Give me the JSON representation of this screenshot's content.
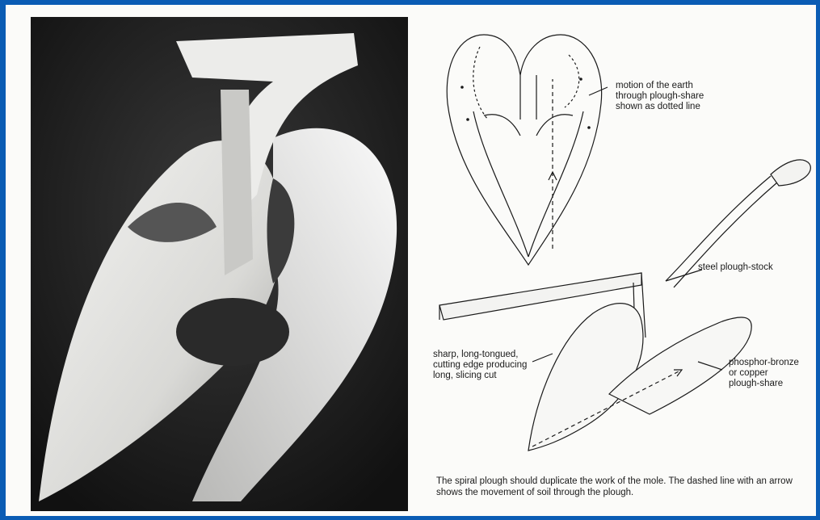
{
  "labels": {
    "earth_motion": "motion of the earth\nthrough plough-share\nshown as dotted line",
    "plough_stock": "steel plough-stock",
    "cutting_edge": "sharp, long-tongued,\ncutting edge producing\nlong, slicing cut",
    "plough_share": "phosphor-bronze\nor copper\nplough-share"
  },
  "caption": "The spiral plough should duplicate the work of the mole. The dashed line with an arrow shows the movement of soil through the plough.",
  "colors": {
    "frame": "#0a5cb4",
    "paper": "#fbfbf9",
    "ink": "#1a1a1a"
  }
}
